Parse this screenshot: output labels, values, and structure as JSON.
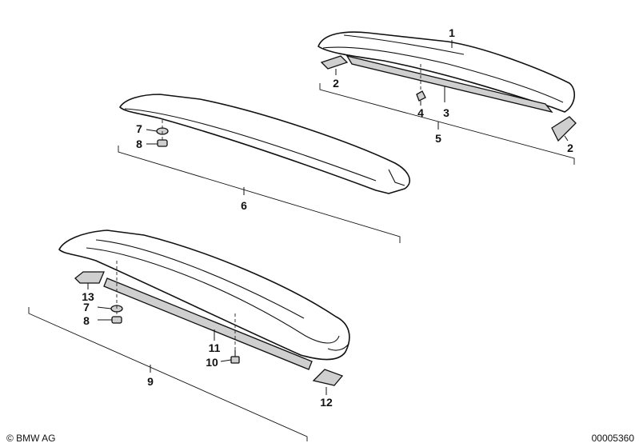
{
  "labels": {
    "p1": "1",
    "p2a": "2",
    "p2b": "2",
    "p3": "3",
    "p4": "4",
    "p5": "5",
    "p6": "6",
    "p7a": "7",
    "p8a": "8",
    "p7b": "7",
    "p8b": "8",
    "p9": "9",
    "p10": "10",
    "p11": "11",
    "p12": "12",
    "p13": "13"
  },
  "footer": {
    "copyright": "© BMW AG",
    "docnum": "00005360"
  }
}
